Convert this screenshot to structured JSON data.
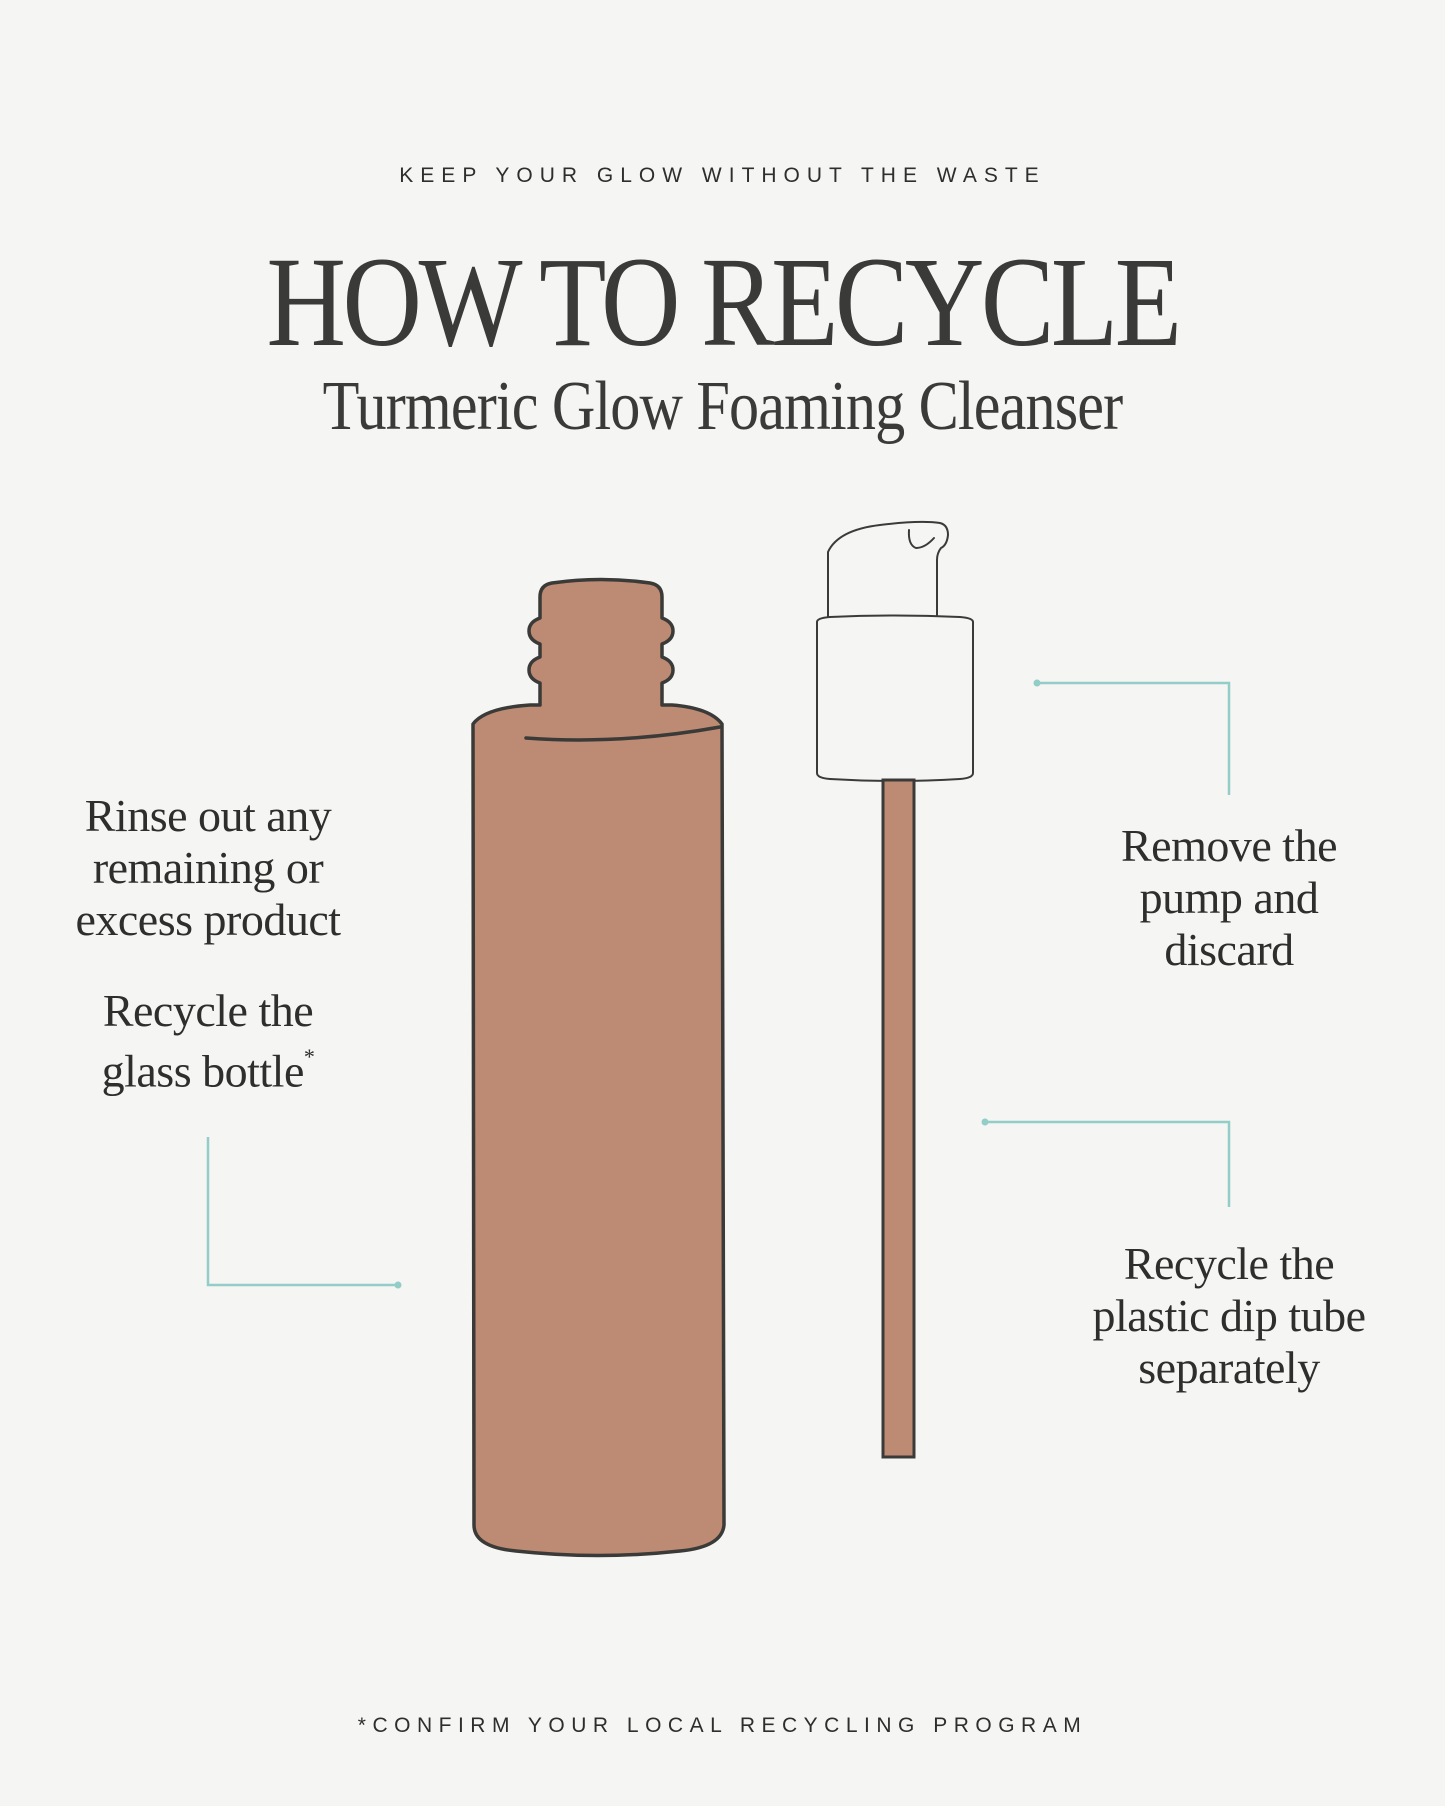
{
  "header": {
    "eyebrow": "KEEP YOUR GLOW WITHOUT THE WASTE",
    "title": "HOW TO RECYCLE",
    "subtitle": "Turmeric Glow Foaming Cleanser"
  },
  "steps": {
    "rinse": {
      "lines": [
        "Rinse out any",
        "remaining or",
        "excess product"
      ]
    },
    "recycle_bottle": {
      "lines": [
        "Recycle the",
        "glass bottle"
      ],
      "footnote_mark": "*"
    },
    "remove_pump": {
      "lines": [
        "Remove the",
        "pump and",
        "discard"
      ]
    },
    "recycle_tube": {
      "lines": [
        "Recycle the",
        "plastic dip tube",
        "separately"
      ]
    }
  },
  "illustration": {
    "bottle_icon": "glass-bottle",
    "pump_icon": "pump-dispenser",
    "tube_icon": "dip-tube"
  },
  "footer": {
    "note": "*CONFIRM YOUR LOCAL RECYCLING PROGRAM"
  },
  "colors": {
    "background": "#f5f5f3",
    "bottle_fill": "#bd8a73",
    "outline": "#3a3a38",
    "callout_line": "#92cdc8",
    "text": "#2e2e2c"
  }
}
